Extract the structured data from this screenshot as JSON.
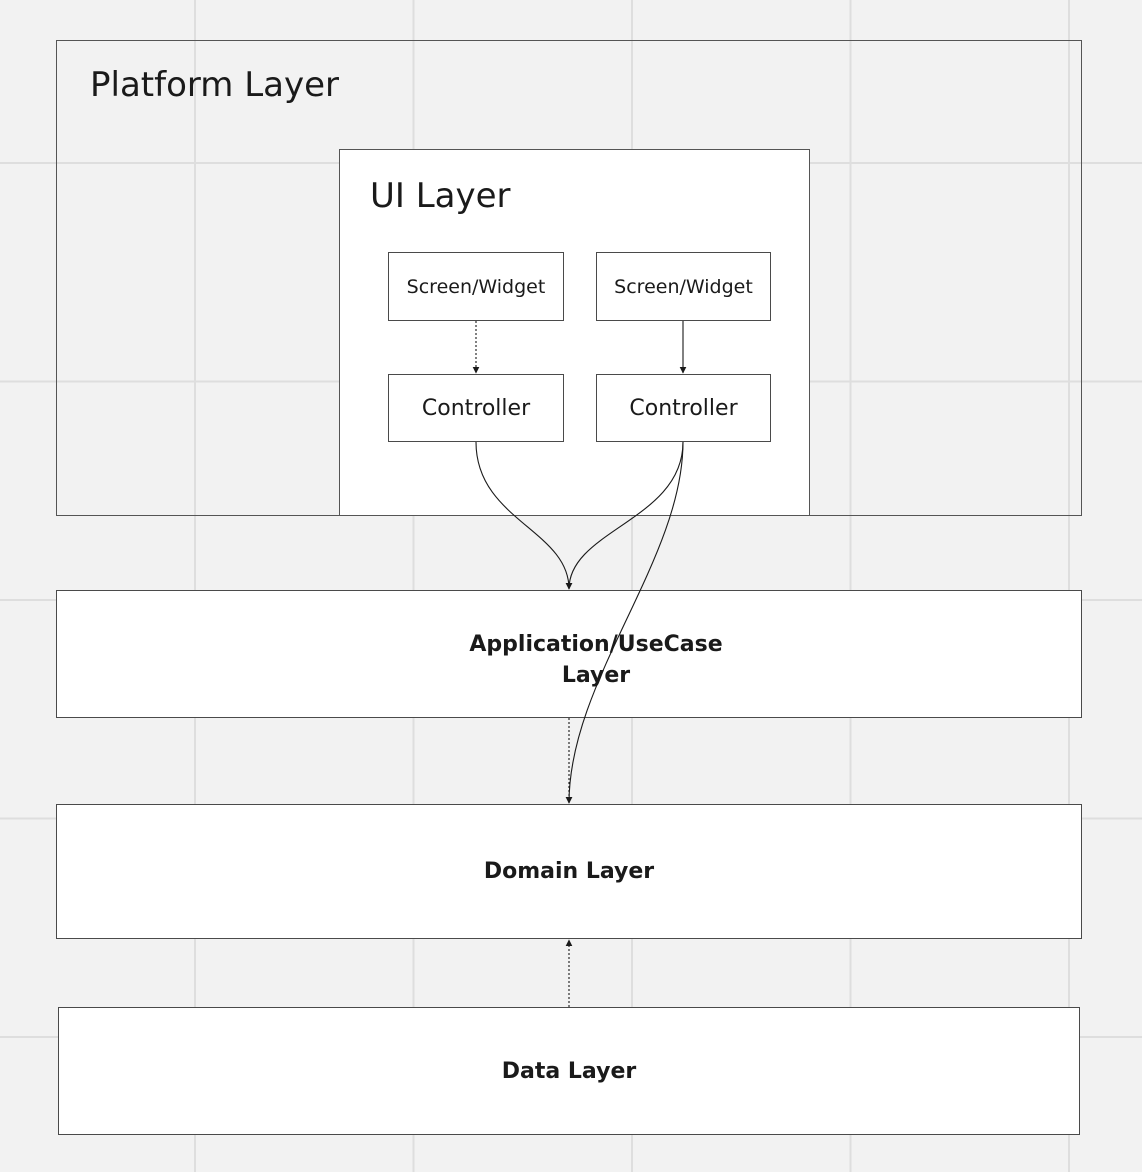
{
  "diagram": {
    "platform_layer": {
      "title": "Platform Layer"
    },
    "ui_layer": {
      "title": "UI Layer",
      "left_screen": "Screen/Widget",
      "right_screen": "Screen/Widget",
      "left_controller": "Controller",
      "right_controller": "Controller"
    },
    "application_layer": {
      "label_line1": "Application/UseCase",
      "label_line2": "Layer"
    },
    "domain_layer": {
      "label": "Domain Layer"
    },
    "data_layer": {
      "label": "Data Layer"
    },
    "colors": {
      "background": "#f2f2f2",
      "grid": "#dedede",
      "box_fill": "#ffffff",
      "border": "#4a4a4a",
      "text": "#1a1a1a"
    }
  }
}
